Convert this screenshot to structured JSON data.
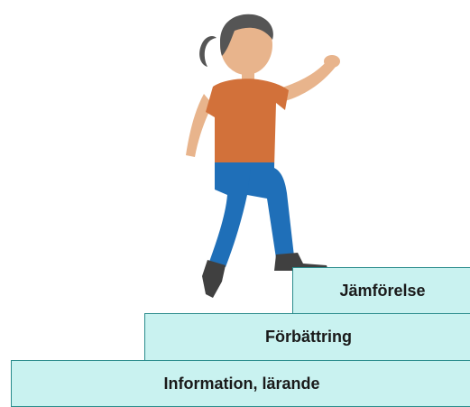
{
  "steps": [
    {
      "label": "Information, lärande"
    },
    {
      "label": "Förbättring"
    },
    {
      "label": "Jämförelse"
    }
  ],
  "colors": {
    "step_fill": "#c9f2f0",
    "step_border": "#2a8c8c",
    "shirt": "#d2713a",
    "pants": "#1f6fb8",
    "skin": "#e8b48c",
    "hair": "#555555",
    "shoes": "#404040"
  },
  "icons": {
    "figure": "climbing-person-icon"
  }
}
